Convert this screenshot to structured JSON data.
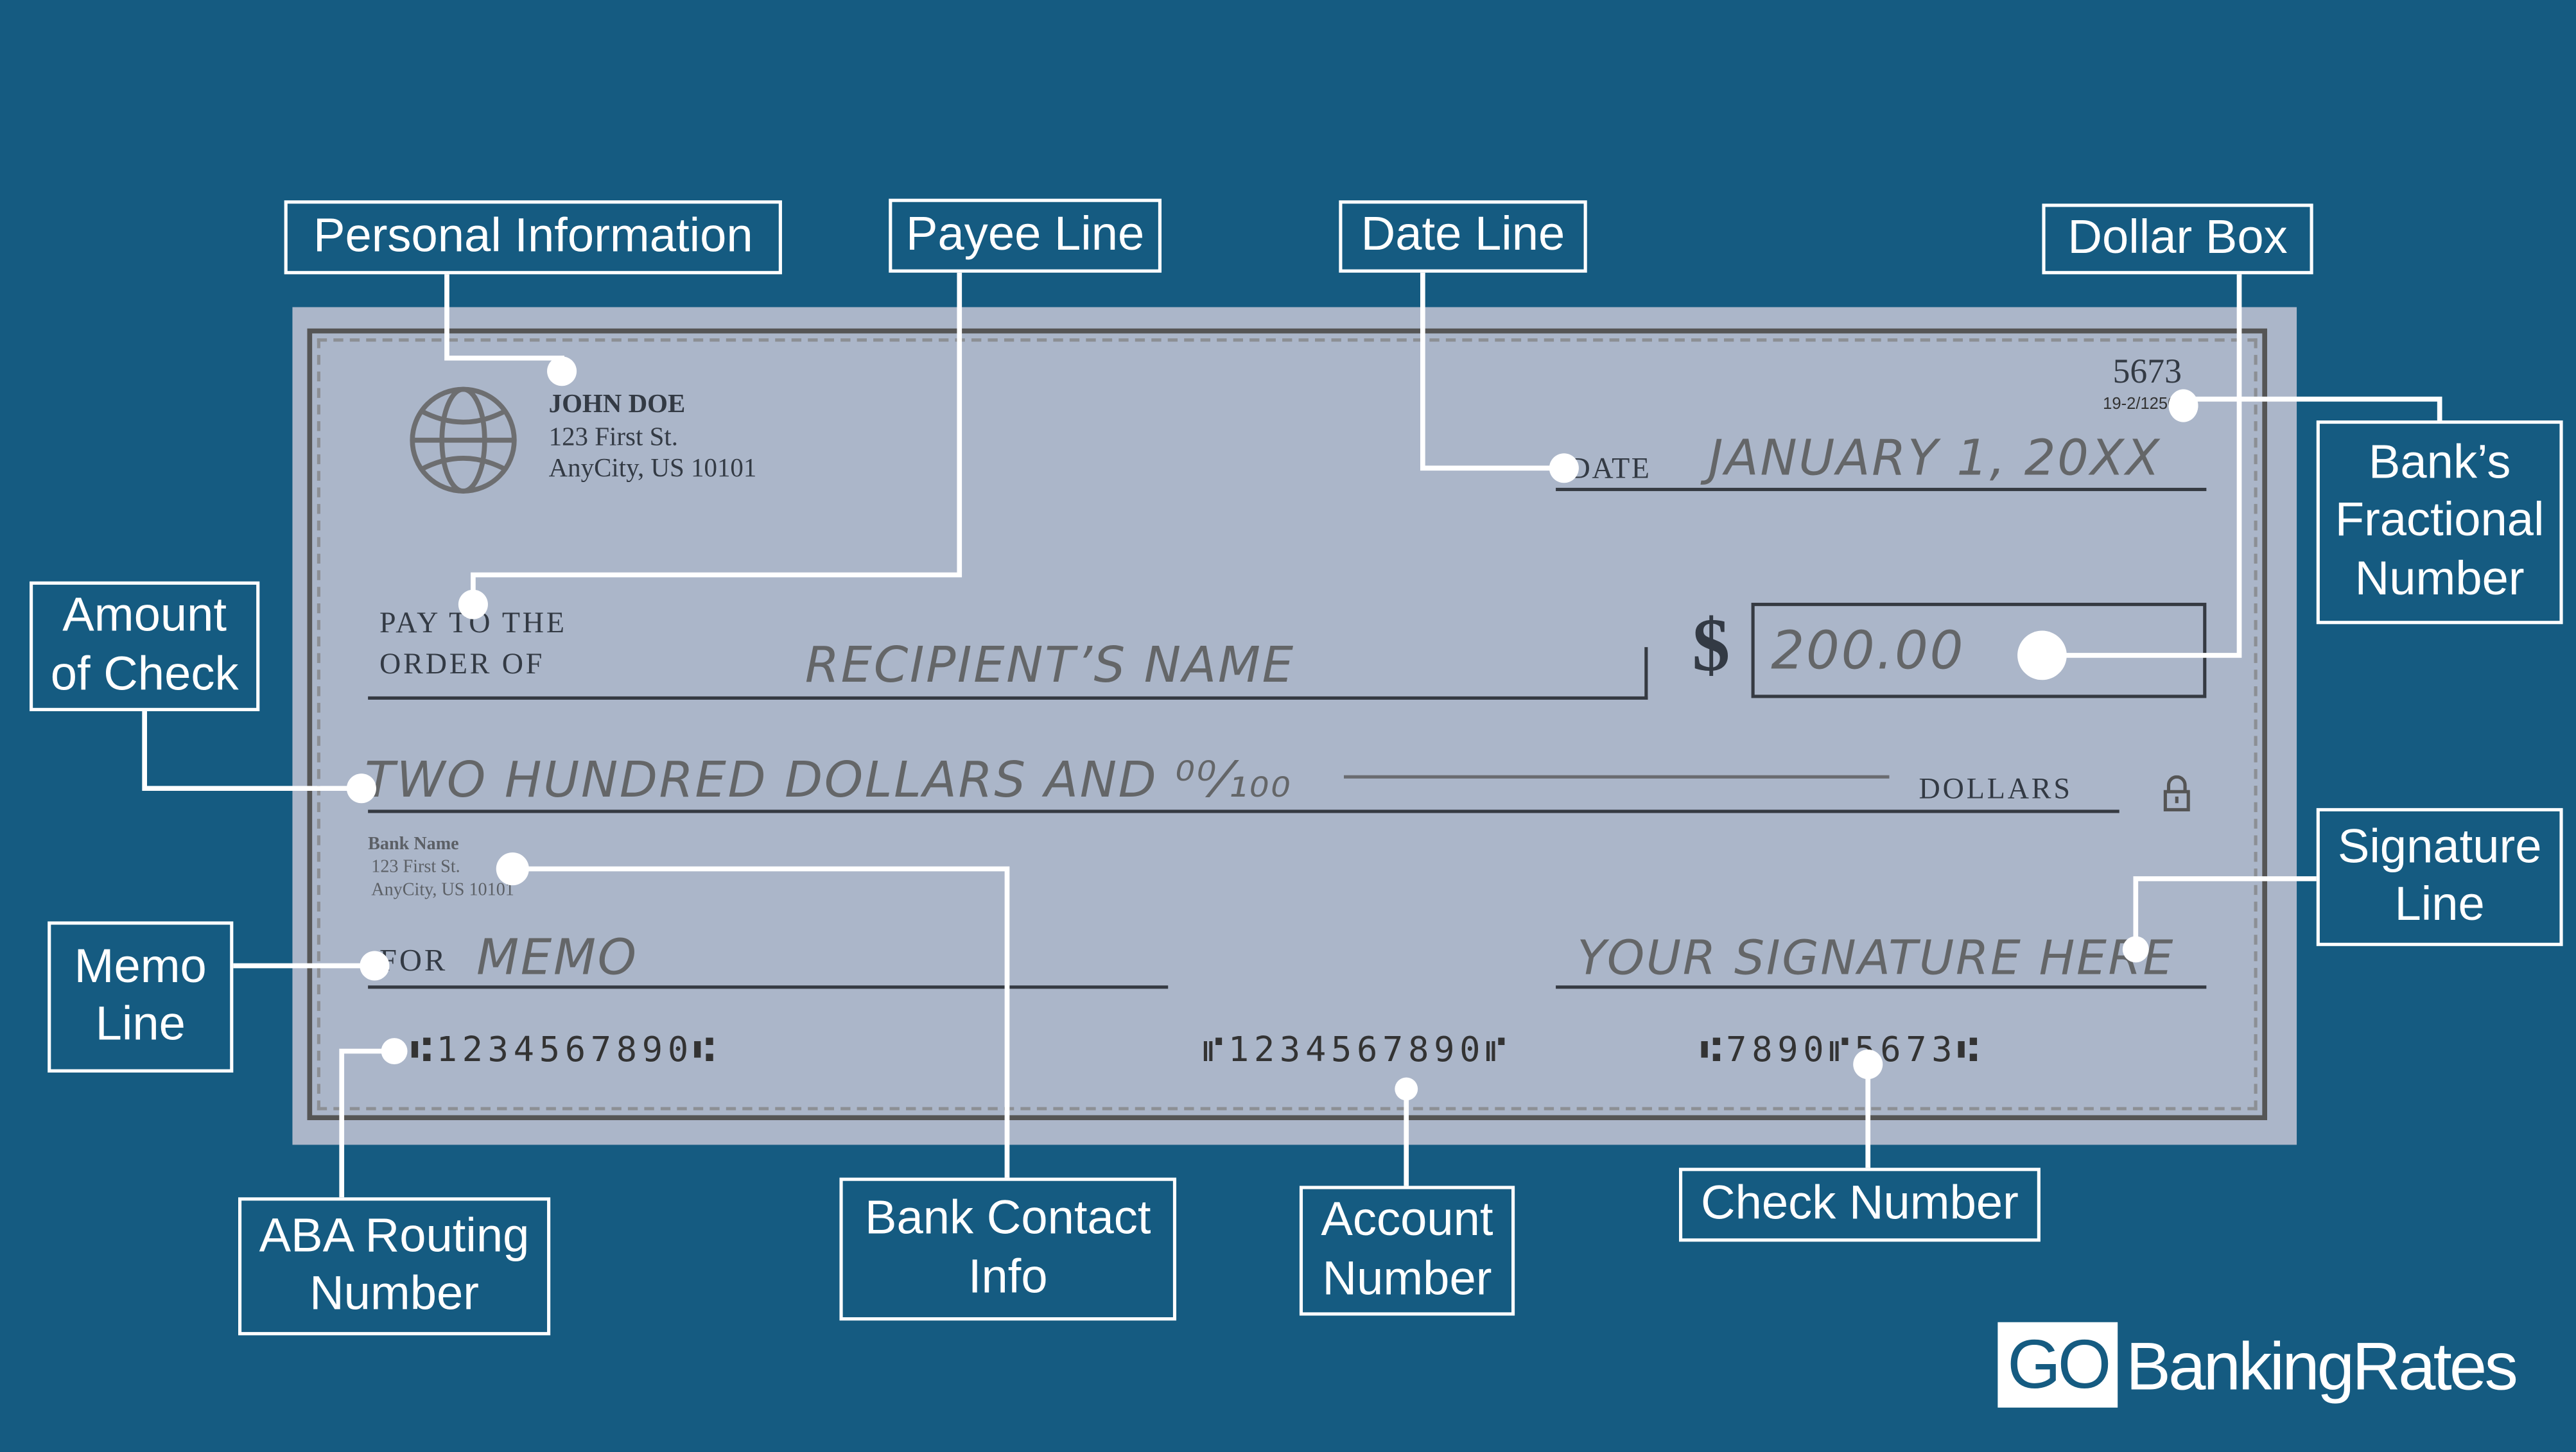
{
  "labels": {
    "personal_information": "Personal Information",
    "payee_line": "Payee Line",
    "date_line": "Date Line",
    "dollar_box": "Dollar Box",
    "fractional_number": "Bank’s\nFractional\nNumber",
    "amount_of_check": "Amount\nof Check",
    "signature_line": "Signature\nLine",
    "memo_line": "Memo\nLine",
    "aba_routing_number": "ABA Routing\nNumber",
    "bank_contact_info": "Bank Contact\nInfo",
    "account_number": "Account\nNumber",
    "check_number": "Check Number"
  },
  "check": {
    "owner_name": "JOHN DOE",
    "owner_street": "123 First St.",
    "owner_city": "AnyCity, US 10101",
    "check_number": "5673",
    "fractional_number": "19-2/1250",
    "date_label": "DATE",
    "date_value": "JANUARY 1, 20XX",
    "pay_to_line1": "PAY TO THE",
    "pay_to_line2": "ORDER OF",
    "payee": "RECIPIENT’S NAME",
    "dollar_sign": "$",
    "amount": "200.00",
    "written_amount": "TWO HUNDRED DOLLARS AND ⁰⁰⁄₁₀₀",
    "dollars_label": "DOLLARS",
    "bank_name": "Bank Name",
    "bank_street": "123 First St.",
    "bank_city": "AnyCity, US 10101",
    "for_label": "FOR",
    "memo": "MEMO",
    "signature": "YOUR SIGNATURE HERE",
    "micr_routing": "⑆1234567890⑆",
    "micr_account": "⑈1234567890⑈",
    "micr_check": "⑆7890⑈5673⑆"
  },
  "logo": {
    "go": "GO",
    "name": "BankingRates"
  },
  "colors": {
    "background": "#155b81",
    "check": "#abb6c9",
    "callout": "#ffffff"
  }
}
